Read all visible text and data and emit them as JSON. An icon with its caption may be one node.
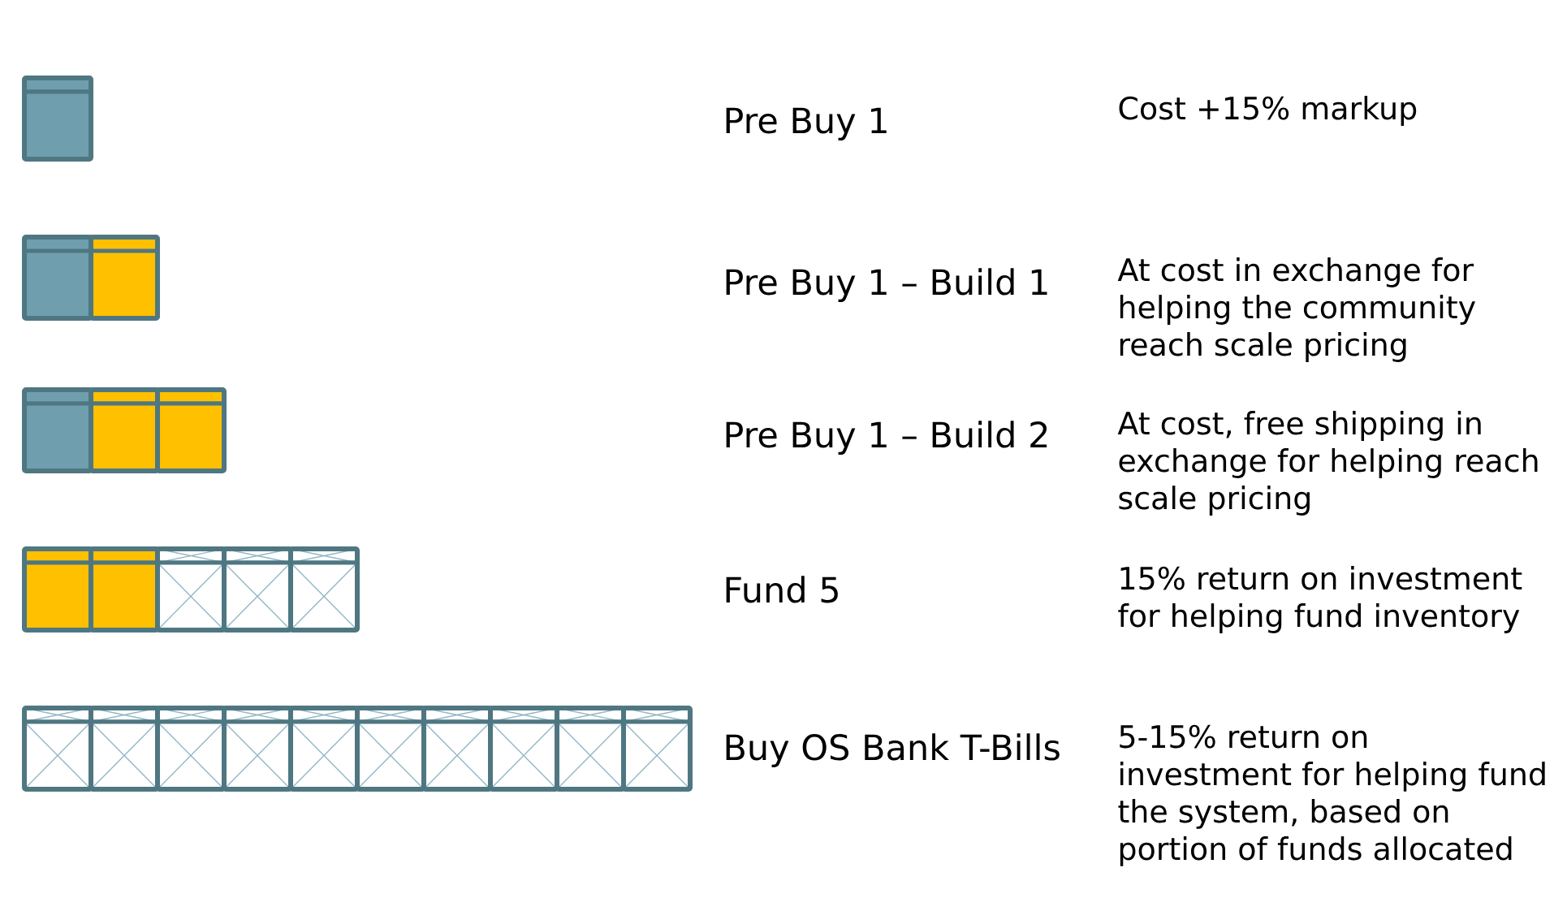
{
  "diagram": {
    "labels": [
      "Pre Buy 1",
      "Cost +15% markup",
      "Pre Buy 1 – Build 1",
      "At cost in exchange for helping the community reach scale pricing",
      "Pre Buy 1 – Build 2",
      "At cost, free shipping in exchange for helping reach scale pricing",
      "Fund 5",
      "15% return on investment for helping fund inventory",
      "Buy OS Bank T-Bills",
      "5-15% return on investment for helping fund the system, based on portion of funds allocated"
    ]
  }
}
